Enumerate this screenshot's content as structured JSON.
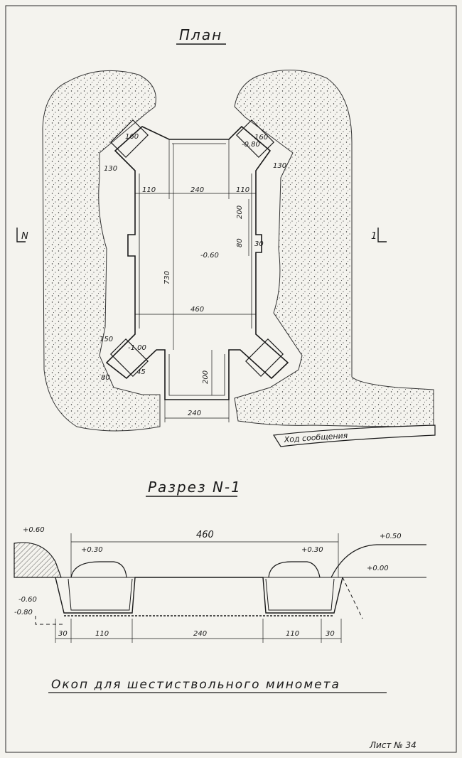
{
  "titles": {
    "plan": "План",
    "section": "Разрез N-1",
    "caption": "Окоп для шестиствольного миномета",
    "sheet": "Лист № 34"
  },
  "section_marks": {
    "left": "N",
    "right": "1"
  },
  "trench_label": "Ход сообщения",
  "plan_dims": {
    "d160_left": "160",
    "d160_right": "160",
    "d130_left": "130",
    "d130_right": "130",
    "d110_left": "110",
    "d240_top": "240",
    "d110_right": "110",
    "d200_right": "200",
    "d80": "80",
    "d30_plan": "30",
    "d730": "730",
    "d460_plan": "460",
    "d150": "150",
    "d80_bottom": "80",
    "d45": "45",
    "d200_exit": "200",
    "d240_exit": "240"
  },
  "plan_levels": {
    "center": "-0.60",
    "top_right_niche": "-0.80",
    "bottom_left_niche": "-1.00"
  },
  "section_dims": {
    "overall": "460",
    "d30_left": "30",
    "d110_left": "110",
    "d240": "240",
    "d110_right": "110",
    "d30_right": "30"
  },
  "section_levels": {
    "left_parapet": "+0.60",
    "left_berm": "+0.30",
    "right_berm": "+0.30",
    "right_parapet": "+0.50",
    "ground": "+0.00",
    "floor": "-0.60",
    "niche": "-0.80"
  }
}
